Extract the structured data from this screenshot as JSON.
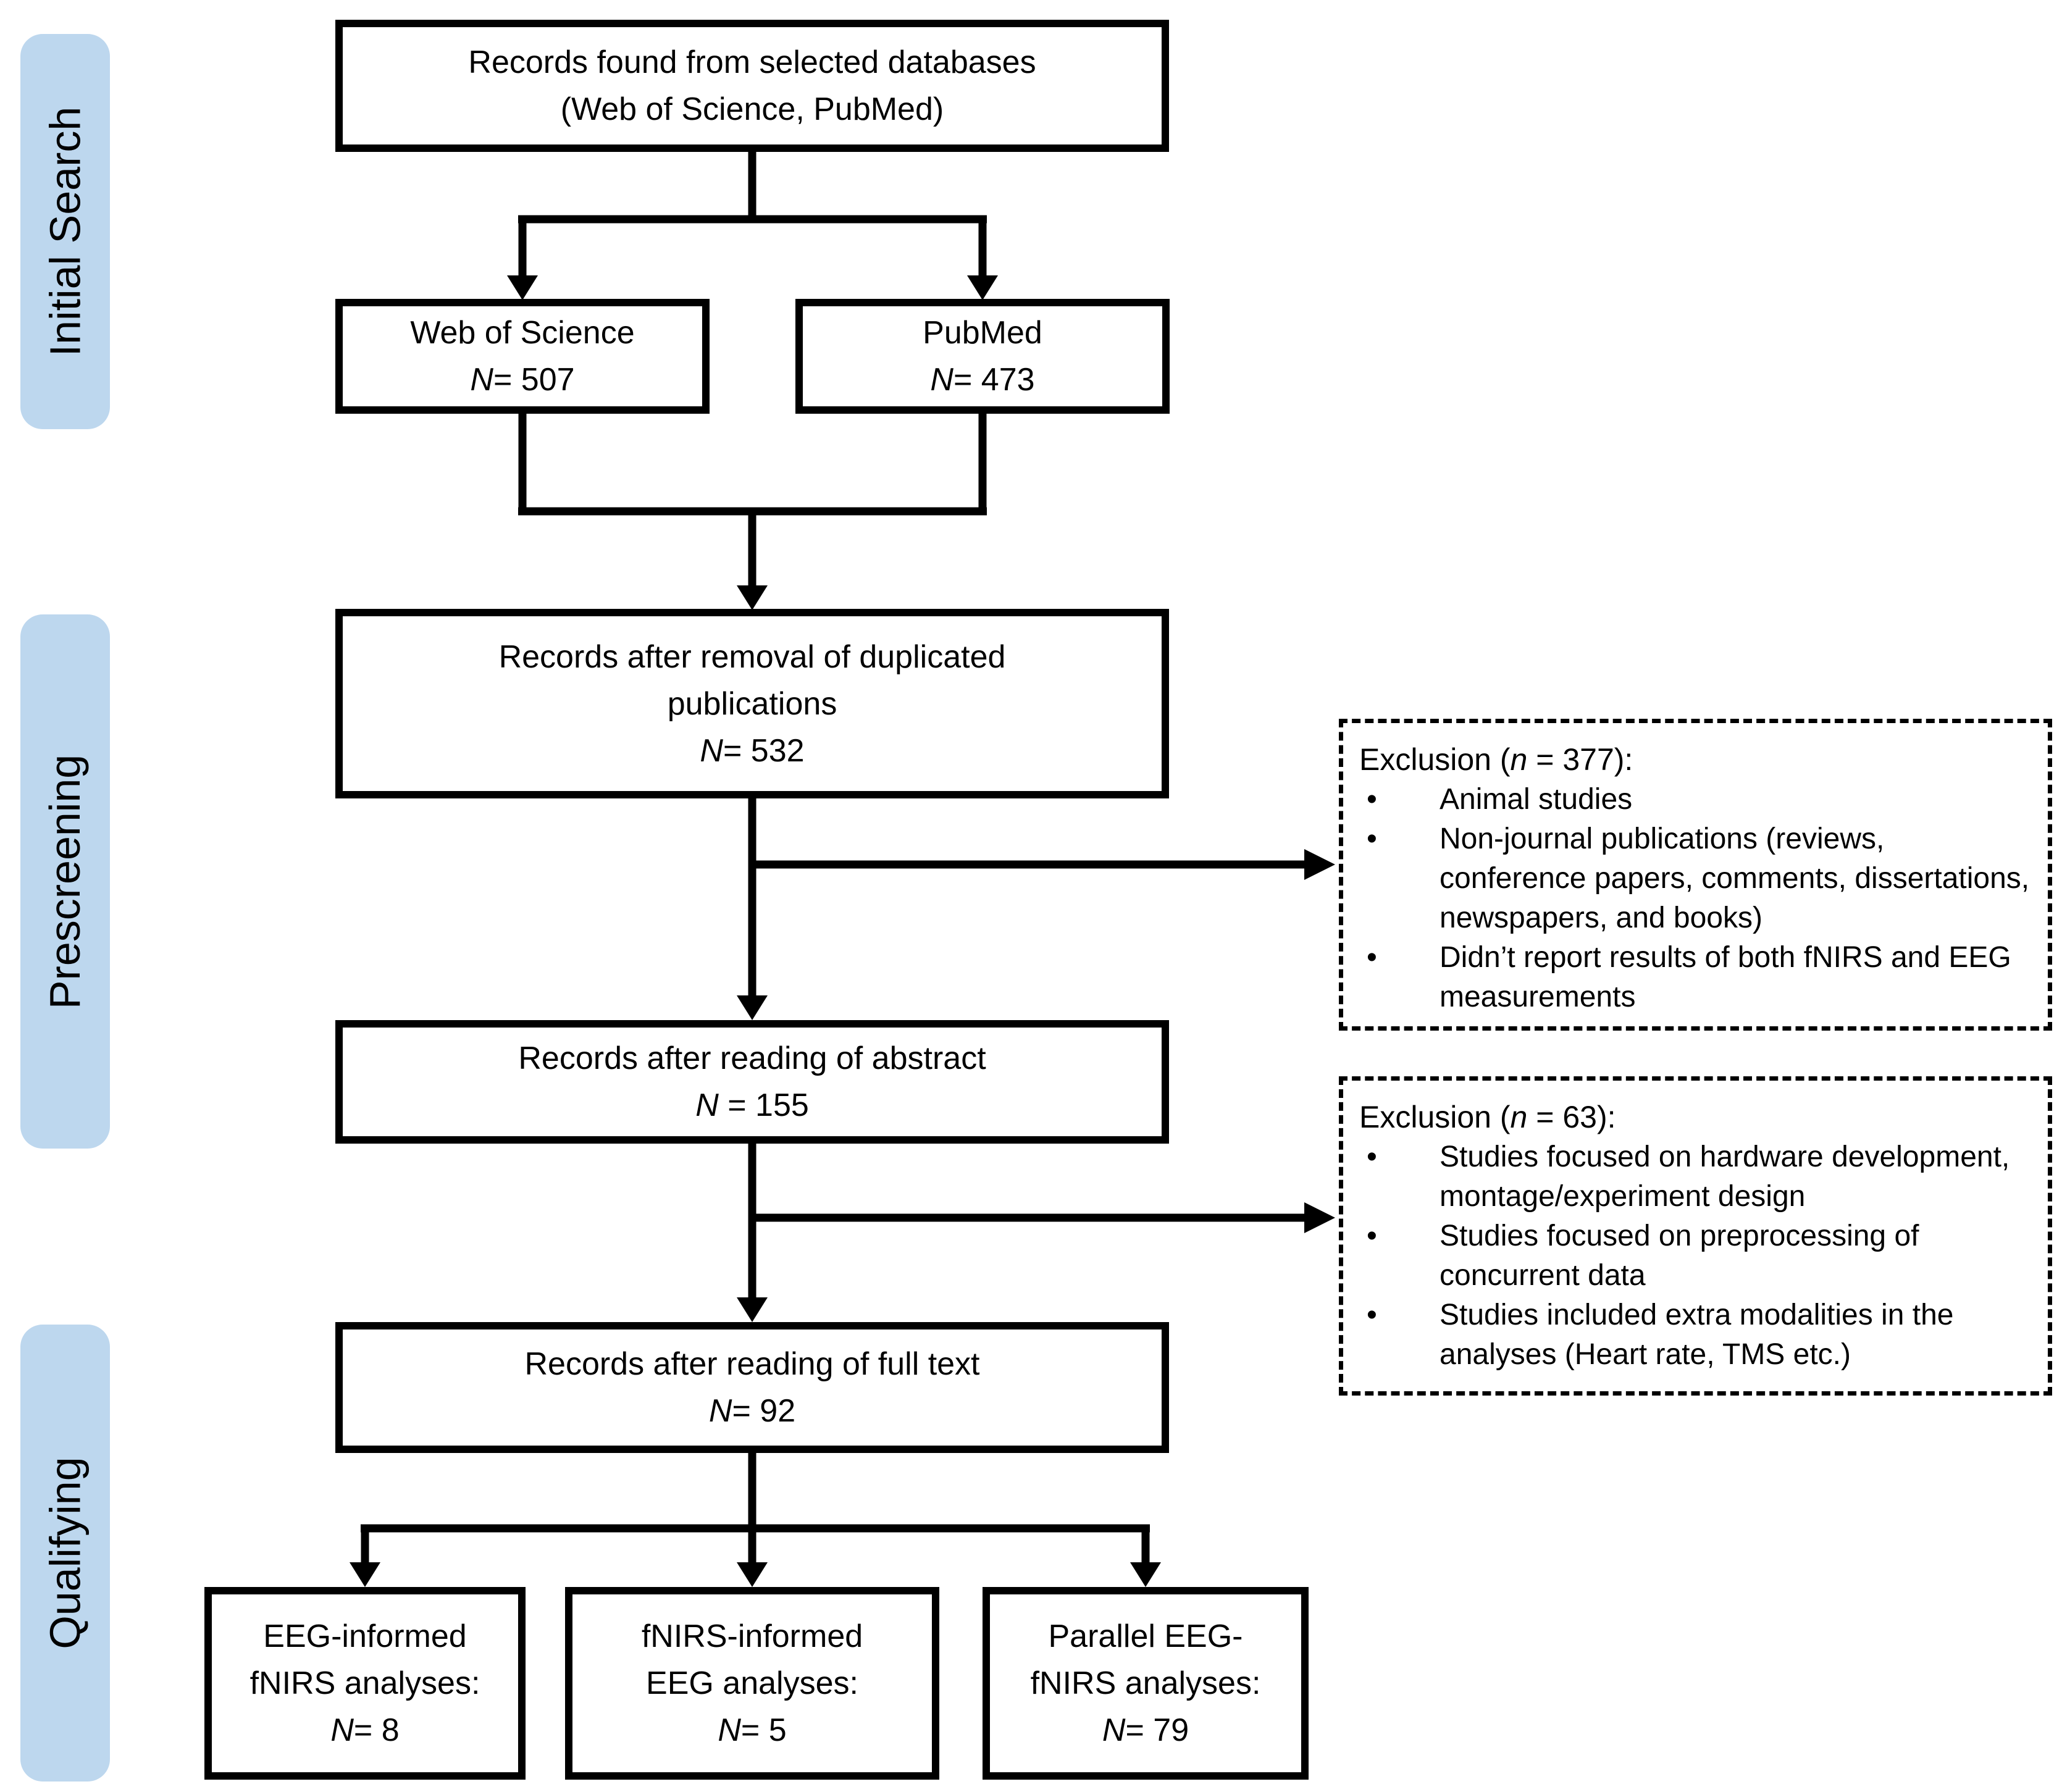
{
  "colors": {
    "stage_fill": "#BDD7EE",
    "line": "#000000"
  },
  "ui": {
    "bullet": "•"
  },
  "stages": [
    {
      "label": "Initial Search"
    },
    {
      "label": "Prescreening"
    },
    {
      "label": "Qualifying"
    }
  ],
  "boxes": {
    "databases": {
      "lines": [
        "Records found from selected databases",
        "(Web of Science, PubMed)"
      ]
    },
    "web_of_science": {
      "title": "Web of Science",
      "n": "N",
      "count": "= 507"
    },
    "pubmed": {
      "title": "PubMed",
      "n": "N",
      "count": "= 473"
    },
    "deduplicated": {
      "lines": [
        "Records after removal of duplicated",
        "publications"
      ],
      "n": "N",
      "count": "= 532"
    },
    "abstract": {
      "lines": [
        "Records after reading of abstract"
      ],
      "n": "N",
      "count": " = 155"
    },
    "full_text": {
      "lines": [
        "Records after reading of full text"
      ],
      "n": "N",
      "count": "= 92"
    },
    "eeg_informed": {
      "lines": [
        "EEG-informed",
        "fNIRS analyses:"
      ],
      "n": "N",
      "count": "= 8"
    },
    "fnirs_informed": {
      "lines": [
        "fNIRS-informed",
        "EEG analyses:"
      ],
      "n": "N",
      "count": "= 5"
    },
    "parallel": {
      "lines": [
        "Parallel EEG-",
        "fNIRS analyses:"
      ],
      "n": "N",
      "count": "= 79"
    }
  },
  "exclusions": [
    {
      "title_pre": "Exclusion (",
      "title_n": "n",
      "title_post": " = 377):",
      "items": [
        "Animal studies",
        "Non-journal publications (reviews, conference papers, comments, dissertations, newspapers, and books)",
        "Didn’t report results of both fNIRS and EEG measurements"
      ]
    },
    {
      "title_pre": "Exclusion (",
      "title_n": "n",
      "title_post": " = 63):",
      "items": [
        "Studies focused on hardware development, montage/experiment design",
        "Studies focused on preprocessing of concurrent data",
        "Studies included extra modalities in the analyses (Heart rate, TMS etc.)"
      ]
    }
  ]
}
